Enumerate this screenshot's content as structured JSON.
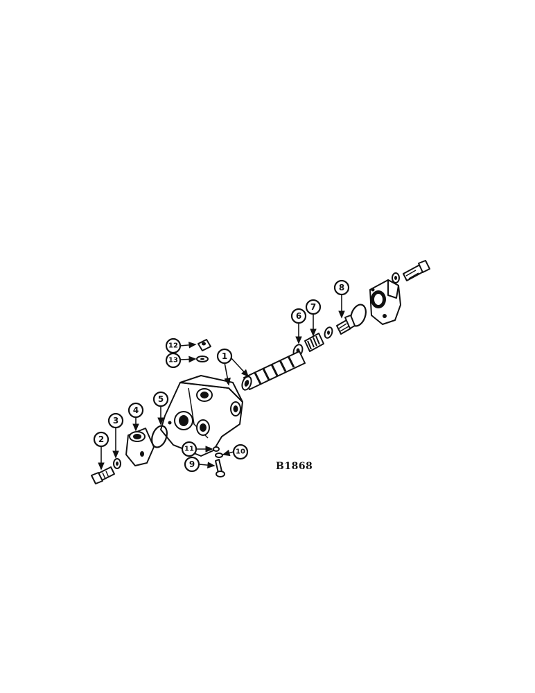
{
  "figure": {
    "reference_code": "B1868",
    "callouts": [
      "1",
      "2",
      "3",
      "4",
      "5",
      "6",
      "7",
      "8",
      "9",
      "10",
      "11",
      "12",
      "13"
    ]
  }
}
